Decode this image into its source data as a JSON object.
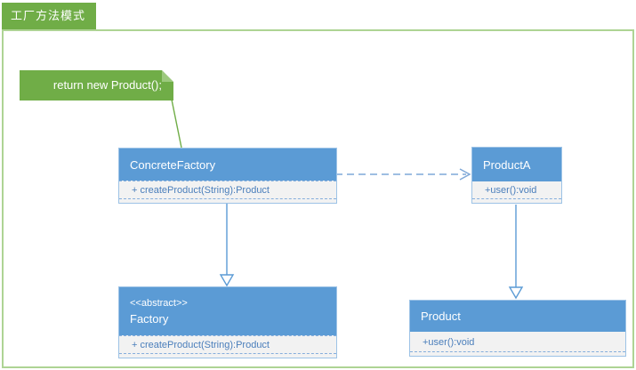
{
  "frame": {
    "title": "工厂方法模式"
  },
  "note": {
    "text": "return new Product();"
  },
  "classes": [
    {
      "name": "ConcreteFactory",
      "methods": [
        "+ createProduct(String):Product"
      ]
    },
    {
      "name": "ProductA",
      "methods": [
        "+user():void"
      ]
    },
    {
      "name": "Factory",
      "stereotype": "<<abstract>>",
      "methods": [
        "+ createProduct(String):Product"
      ]
    },
    {
      "name": "Product",
      "methods": [
        "+user():void"
      ]
    }
  ],
  "relations": [
    {
      "type": "dependency",
      "from": "ConcreteFactory",
      "to": "ProductA",
      "line": "dashed",
      "arrowhead": "open"
    },
    {
      "type": "generalization",
      "from": "ConcreteFactory",
      "to": "Factory",
      "line": "solid",
      "arrowhead": "hollow-triangle"
    },
    {
      "type": "generalization",
      "from": "ProductA",
      "to": "Product",
      "line": "solid",
      "arrowhead": "hollow-triangle"
    },
    {
      "type": "note-anchor",
      "from": "note",
      "to": "ConcreteFactory",
      "line": "solid"
    }
  ],
  "colors": {
    "class_header_blue": "#5B9BD5",
    "class_body_gray": "#F2F2F2",
    "method_text_blue": "#4A7EBB",
    "separator_blue": "#86AEDC",
    "note_green": "#70AD47",
    "frame_border_green": "#AED494",
    "connector_blue": "#5B9BD5",
    "dependency_blue": "#7FA8D8"
  }
}
